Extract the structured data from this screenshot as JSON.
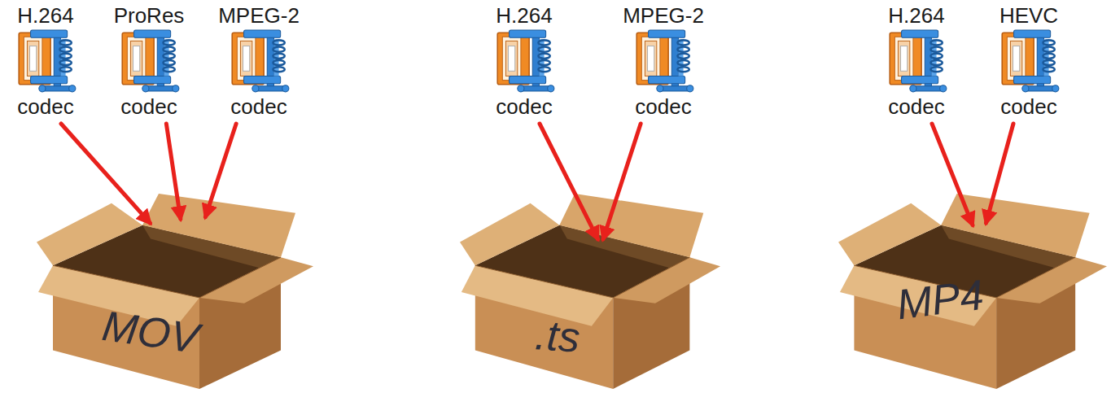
{
  "diagram": {
    "nodes": [
      {
        "text": [
          "H.264",
          "codec"
        ]
      },
      {
        "text": [
          "ProRes",
          "codec"
        ]
      },
      {
        "text": [
          "MPEG-2",
          "codec"
        ]
      },
      {
        "text": [
          "H.264",
          "codec"
        ]
      },
      {
        "text": [
          "MPEG-2",
          "codec"
        ]
      },
      {
        "text": [
          "H.264",
          "codec"
        ]
      },
      {
        "text": [
          "HEVC",
          "codec"
        ]
      },
      {
        "text": [
          "MOV"
        ]
      },
      {
        "text": [
          ".ts"
        ]
      },
      {
        "text": [
          "MP4"
        ]
      }
    ],
    "edges": [
      {
        "from": 0,
        "to": 7,
        "arrow": "to"
      },
      {
        "from": 1,
        "to": 7,
        "arrow": "to"
      },
      {
        "from": 2,
        "to": 7,
        "arrow": "to"
      },
      {
        "from": 3,
        "to": 8,
        "arrow": "to"
      },
      {
        "from": 4,
        "to": 8,
        "arrow": "to"
      },
      {
        "from": 5,
        "to": 9,
        "arrow": "to"
      },
      {
        "from": 6,
        "to": 9,
        "arrow": "to"
      }
    ]
  }
}
